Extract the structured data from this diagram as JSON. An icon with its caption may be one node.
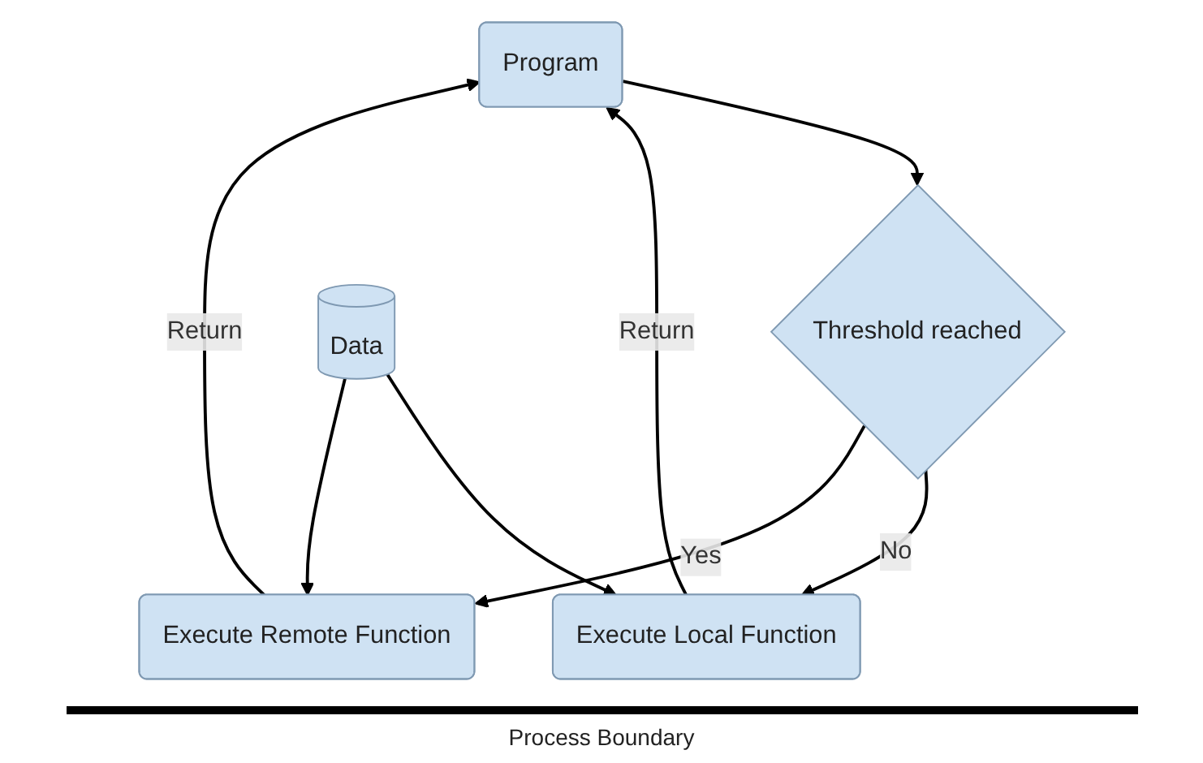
{
  "diagram": {
    "nodes": [
      {
        "text": [
          "Program"
        ]
      },
      {
        "text": [
          "Execute Local Function"
        ]
      },
      {
        "text": [
          "Threshold reached"
        ]
      },
      {
        "text": [
          "Execute Remote Function"
        ]
      },
      {
        "text": [
          "Data"
        ]
      }
    ],
    "edges": [
      {
        "from": 0,
        "to": 2,
        "arrow": "to"
      },
      {
        "from": 2,
        "to": 1,
        "arrow": "to",
        "label": "No"
      },
      {
        "from": 2,
        "to": 3,
        "arrow": "to",
        "label": "Yes"
      },
      {
        "from": 1,
        "to": 0,
        "arrow": "to",
        "label": "Return"
      },
      {
        "from": 3,
        "to": 0,
        "arrow": "to",
        "label": "Return"
      },
      {
        "from": 4,
        "to": 1,
        "arrow": "to"
      },
      {
        "from": 4,
        "to": 3,
        "arrow": "to"
      }
    ],
    "labels": [
      "Process Boundary"
    ]
  }
}
